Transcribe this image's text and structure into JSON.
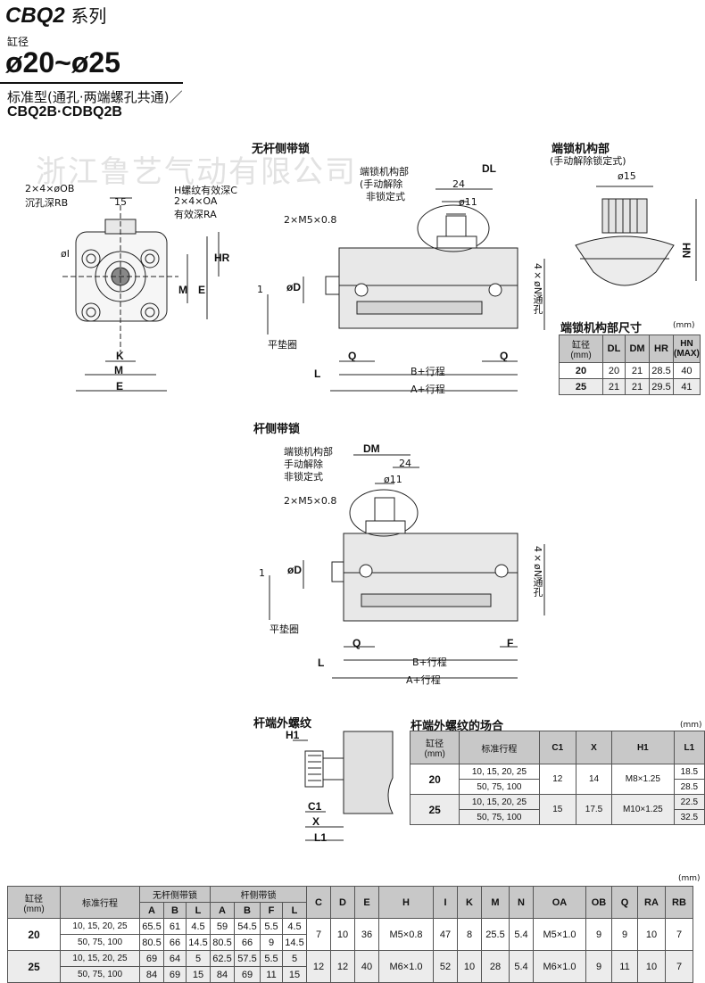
{
  "header": {
    "series": "CBQ2",
    "series_cn": "系列",
    "bore_caption": "缸径",
    "bore_range": "ø20~ø25",
    "std_desc": "标准型(通孔·两端螺孔共通)／",
    "models": "CBQ2B·CDBQ2B"
  },
  "watermark": "浙江鲁艺气动有限公司",
  "front_view": {
    "ob_label": "2×4×øOB",
    "rb_label": "沉孔深RB",
    "oa_label": "2×4×OA",
    "ra_label": "有效深RA",
    "h_label": "H螺纹有效深C",
    "dim_15": "15",
    "dim_I": "øI",
    "dim_HR": "HR",
    "dim_M": "M",
    "dim_E": "E",
    "dim_K": "K",
    "dim_M2": "M",
    "dim_E2": "E"
  },
  "head_lock_view": {
    "title": "无杆侧带锁",
    "lock_mech": "端锁机构部",
    "manual": "(手动解除",
    "nonlock": "非锁定式",
    "dim_DL": "DL",
    "dim_24": "24",
    "dim_11": "ø11",
    "port": "2×M5×0.8",
    "dim_1": "1",
    "dim_D": "øD",
    "washer": "平垫圈",
    "n_holes": "4×øN通孔",
    "dim_Q": "Q",
    "dim_Q2": "Q",
    "dim_L": "L",
    "dim_B": "B+行程",
    "dim_A": "A+行程"
  },
  "end_lock_view": {
    "title": "端锁机构部",
    "subtitle": "(手动解除锁定式)",
    "dim_15": "ø15",
    "dim_HN": "HN"
  },
  "lock_table": {
    "title": "端锁机构部尺寸",
    "unit": "(mm)",
    "headers": [
      "缸径\n(mm)",
      "DL",
      "DM",
      "HR",
      "HN\n(MAX)"
    ],
    "rows": [
      [
        "20",
        "20",
        "21",
        "28.5",
        "40"
      ],
      [
        "25",
        "21",
        "21",
        "29.5",
        "41"
      ]
    ]
  },
  "rod_lock_view": {
    "title": "杆侧带锁",
    "lock_mech": "端锁机构部",
    "manual": "手动解除",
    "nonlock": "非锁定式",
    "dim_DM": "DM",
    "dim_24": "24",
    "dim_11": "ø11",
    "port": "2×M5×0.8",
    "dim_1": "1",
    "dim_D": "øD",
    "washer": "平垫圈",
    "n_holes": "4×øN通孔",
    "dim_Q": "Q",
    "dim_F": "F",
    "dim_L": "L",
    "dim_B": "B+行程",
    "dim_A": "A+行程"
  },
  "rod_thread_view": {
    "title": "杆端外螺纹",
    "dim_H1": "H1",
    "dim_C1": "C1",
    "dim_X": "X",
    "dim_L1": "L1"
  },
  "rod_table": {
    "title": "杆端外螺纹的场合",
    "unit": "(mm)",
    "headers": [
      "缸径\n(mm)",
      "标准行程",
      "C1",
      "X",
      "H1",
      "L1"
    ],
    "rows": [
      {
        "bore": "20",
        "strokes": [
          "10, 15, 20, 25",
          "50, 75, 100"
        ],
        "C1": "12",
        "X": "14",
        "H1": "M8×1.25",
        "L1": [
          "18.5",
          "28.5"
        ]
      },
      {
        "bore": "25",
        "strokes": [
          "10, 15, 20, 25",
          "50, 75, 100"
        ],
        "C1": "15",
        "X": "17.5",
        "H1": "M10×1.25",
        "L1": [
          "22.5",
          "32.5"
        ]
      }
    ]
  },
  "main_table": {
    "unit": "(mm)",
    "h_bore": "缸径\n(mm)",
    "h_stroke": "标准行程",
    "h_head": "无杆侧带锁",
    "h_rod": "杆侧带锁",
    "h_sub_head": [
      "A",
      "B",
      "L"
    ],
    "h_sub_rod": [
      "A",
      "B",
      "F",
      "L"
    ],
    "h_cols": [
      "C",
      "D",
      "E",
      "H",
      "I",
      "K",
      "M",
      "N",
      "OA",
      "OB",
      "Q",
      "RA",
      "RB"
    ],
    "rows": [
      {
        "bore": "20",
        "sub": [
          {
            "stroke": "10, 15, 20, 25",
            "hA": "65.5",
            "hB": "61",
            "hL": "4.5",
            "rA": "59",
            "rB": "54.5",
            "rF": "5.5",
            "rL": "4.5"
          },
          {
            "stroke": "50, 75, 100",
            "hA": "80.5",
            "hB": "66",
            "hL": "14.5",
            "rA": "80.5",
            "rB": "66",
            "rF": "9",
            "rL": "14.5"
          }
        ],
        "cols": [
          "7",
          "10",
          "36",
          "M5×0.8",
          "47",
          "8",
          "25.5",
          "5.4",
          "M5×1.0",
          "9",
          "9",
          "10",
          "7"
        ]
      },
      {
        "bore": "25",
        "sub": [
          {
            "stroke": "10, 15, 20, 25",
            "hA": "69",
            "hB": "64",
            "hL": "5",
            "rA": "62.5",
            "rB": "57.5",
            "rF": "5.5",
            "rL": "5"
          },
          {
            "stroke": "50, 75, 100",
            "hA": "84",
            "hB": "69",
            "hL": "15",
            "rA": "84",
            "rB": "69",
            "rF": "11",
            "rL": "15"
          }
        ],
        "cols": [
          "12",
          "12",
          "40",
          "M6×1.0",
          "52",
          "10",
          "28",
          "5.4",
          "M6×1.0",
          "9",
          "11",
          "10",
          "7"
        ]
      }
    ]
  }
}
